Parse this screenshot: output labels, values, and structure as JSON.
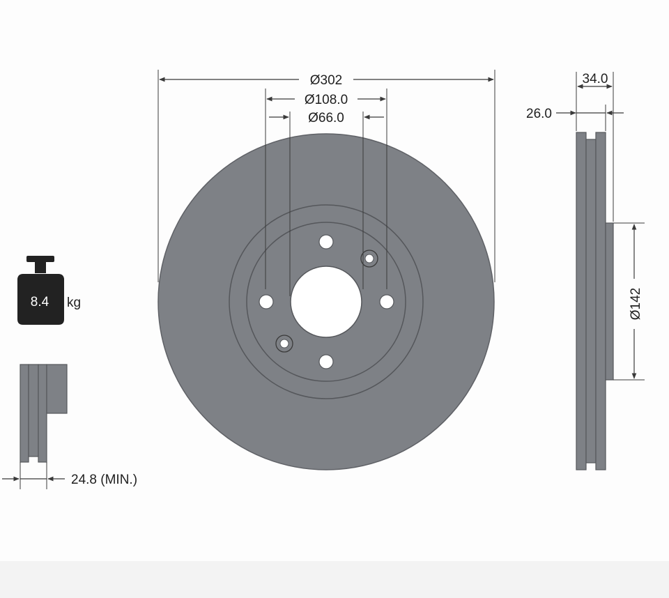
{
  "dimensions": {
    "outer_diameter": "Ø302",
    "bolt_circle_diameter": "Ø108.0",
    "center_bore_diameter": "Ø66.0",
    "hat_diameter": "Ø142",
    "total_thickness": "34.0",
    "disc_thickness": "26.0",
    "min_thickness": "24.8 (MIN.)"
  },
  "weight": {
    "value": "8.4",
    "unit": "kg"
  },
  "colors": {
    "disc": "#7e8186",
    "outline": "#3a3a3a",
    "background": "#fdfdfd"
  }
}
